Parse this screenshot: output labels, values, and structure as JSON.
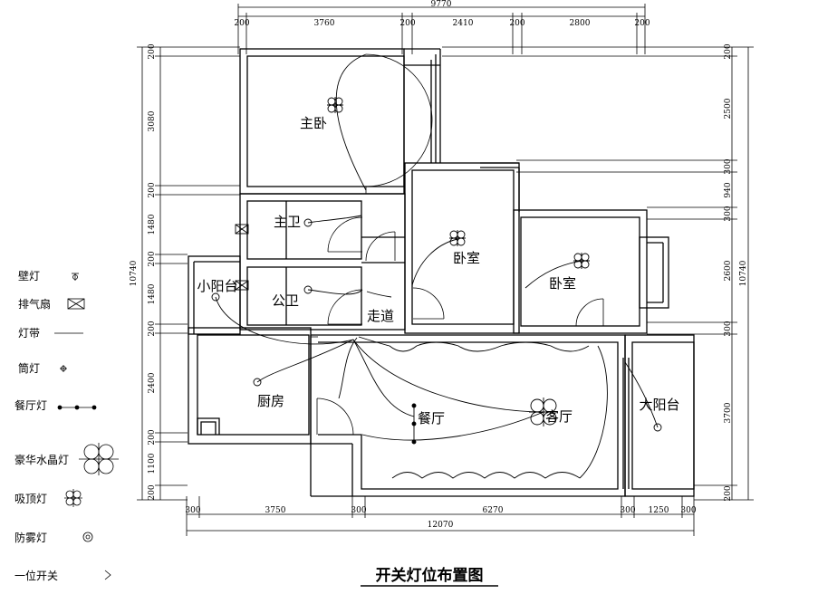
{
  "title": "开关灯位布置图",
  "rooms": {
    "master_bedroom": "主卧",
    "master_bath": "主卫",
    "public_bath": "公卫",
    "small_balcony": "小阳台",
    "corridor": "走道",
    "bedroom_1": "卧室",
    "bedroom_2": "卧室",
    "kitchen": "厨房",
    "dining": "餐厅",
    "living": "客厅",
    "big_balcony": "大阳台"
  },
  "legend": [
    {
      "label": "壁灯",
      "icon": "wall-lamp-icon"
    },
    {
      "label": "排气扇",
      "icon": "exhaust-fan-icon"
    },
    {
      "label": "灯带",
      "icon": "light-strip-icon"
    },
    {
      "label": "筒灯",
      "icon": "downlight-icon"
    },
    {
      "label": "餐厅灯",
      "icon": "dining-lamp-icon"
    },
    {
      "label": "豪华水晶灯",
      "icon": "crystal-chandelier-icon"
    },
    {
      "label": "吸顶灯",
      "icon": "ceiling-lamp-icon"
    },
    {
      "label": "防雾灯",
      "icon": "antifog-lamp-icon"
    },
    {
      "label": "一位开关",
      "icon": "single-switch-icon"
    }
  ],
  "dimensions": {
    "top": {
      "overall": "9770",
      "segments": [
        "200",
        "3760",
        "200",
        "2410",
        "200",
        "2800",
        "200"
      ]
    },
    "bottom": {
      "overall": "12070",
      "segments": [
        "300",
        "3750",
        "300",
        "6270",
        "300",
        "1250",
        "300"
      ]
    },
    "left": {
      "overall": "10740",
      "segments": [
        "200",
        "3080",
        "200",
        "1480",
        "200",
        "1480",
        "200",
        "2400",
        "200",
        "1100",
        "200"
      ]
    },
    "right": {
      "overall": "10740",
      "segments": [
        "200",
        "2500",
        "300",
        "940",
        "300",
        "2600",
        "300",
        "3700",
        "200"
      ]
    }
  }
}
